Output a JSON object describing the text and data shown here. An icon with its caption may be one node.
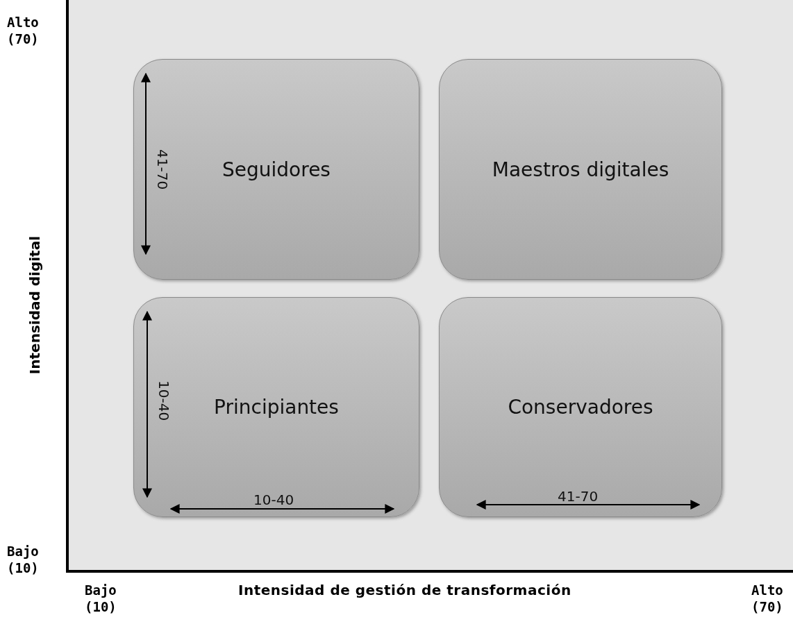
{
  "diagram": {
    "nodes": [
      {
        "text": [
          "Seguidores"
        ]
      },
      {
        "text": [
          "Maestros digitales"
        ]
      },
      {
        "text": [
          "Principiantes"
        ]
      },
      {
        "text": [
          "Conservadores"
        ]
      }
    ],
    "labels": [
      "Alto (70)",
      "41-70",
      "Intensidad digital",
      "10-40",
      "10-40",
      "41-70",
      "Bajo (10)",
      "Bajo (10)",
      "Intensidad de gestión de transformación",
      "Alto (70)"
    ]
  }
}
